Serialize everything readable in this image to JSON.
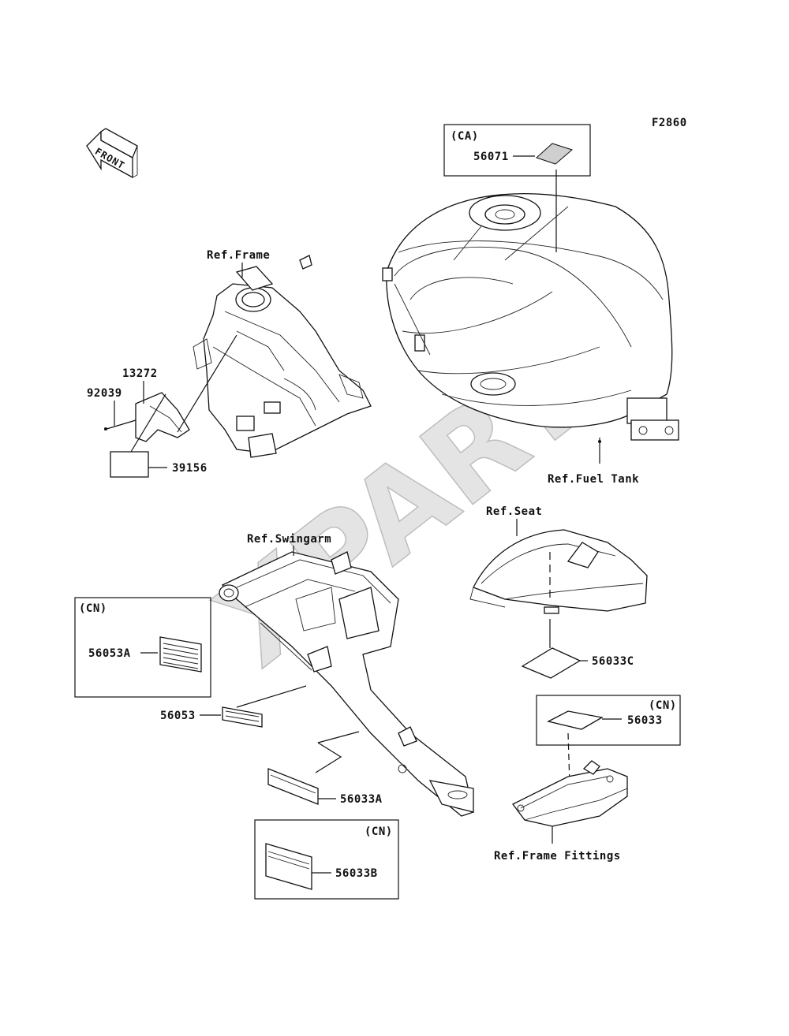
{
  "figure_code": "F2860",
  "watermark": "XPARTS",
  "front_arrow": {
    "label": "FRONT",
    "icon": "front-direction-arrow-icon"
  },
  "references": {
    "frame": "Ref.Frame",
    "fuel_tank": "Ref.Fuel Tank",
    "seat": "Ref.Seat",
    "swingarm": "Ref.Swingarm",
    "frame_fittings": "Ref.Frame Fittings"
  },
  "region_tags": {
    "ca": "(CA)",
    "cn_56053a": "(CN)",
    "cn_56033": "(CN)",
    "cn_56033b": "(CN)"
  },
  "parts": {
    "p56071": "56071",
    "p13272": "13272",
    "p92039": "92039",
    "p39156": "39156",
    "p56053a": "56053A",
    "p56053": "56053",
    "p56033a": "56033A",
    "p56033b": "56033B",
    "p56033c": "56033C",
    "p56033": "56033"
  }
}
